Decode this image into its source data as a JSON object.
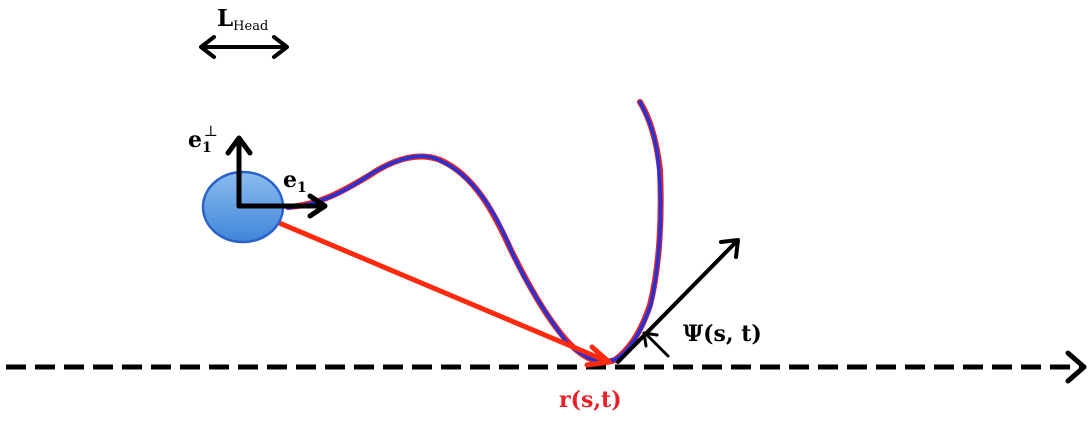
{
  "labels": {
    "head_length": {
      "main": "L",
      "sub": "Head"
    },
    "tangent": {
      "main": "e",
      "sub": "1"
    },
    "normal": {
      "main": "e",
      "sub": "1",
      "sup": "⊥"
    },
    "angle": "Ψ(s, t)",
    "position": "r(s,t)"
  },
  "colors": {
    "background": "#ffffff",
    "head_fill": "#5b9bde",
    "head_stroke": "#2a62c9",
    "flagellum_fit": "#e8212a",
    "flagellum_trace": "#2234d6",
    "position_vector": "#ff2a0e",
    "axes": "#000000",
    "position_label": "#e8212a"
  },
  "icons": {
    "head_length_arrow": "double-headed-arrow",
    "baseline_arrow": "dashed-arrow-right"
  }
}
